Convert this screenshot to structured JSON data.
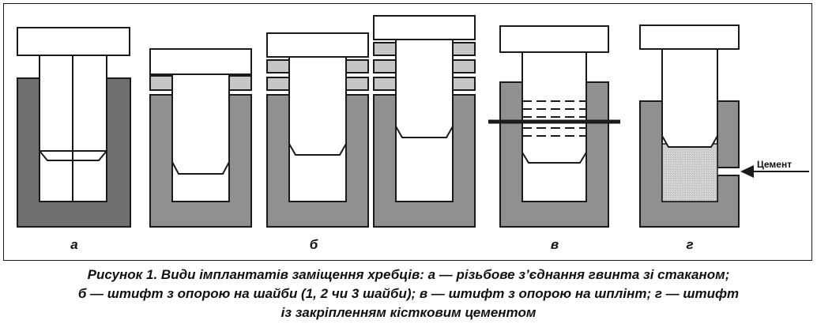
{
  "figure": {
    "panel_labels": [
      "а",
      "б",
      "в",
      "г"
    ],
    "cement_label": "Цемент",
    "colors": {
      "dark_cup": "#6f6f6f",
      "cup": "#909090",
      "washer": "#c6c6c6",
      "cement": "#d2d2d2",
      "line": "#1a1a1a",
      "white": "#ffffff"
    }
  },
  "caption": {
    "line1": "Рисунок 1. Види імплантатів заміщення хребців: а — різьбове з’єднання гвинта зі стаканом;",
    "line2": "б — штифт з опорою на шайби (1, 2 чи 3 шайби); в — штифт з опорою на шплінт; г — штифт",
    "line3": "із закріпленням кістковим цементом"
  }
}
